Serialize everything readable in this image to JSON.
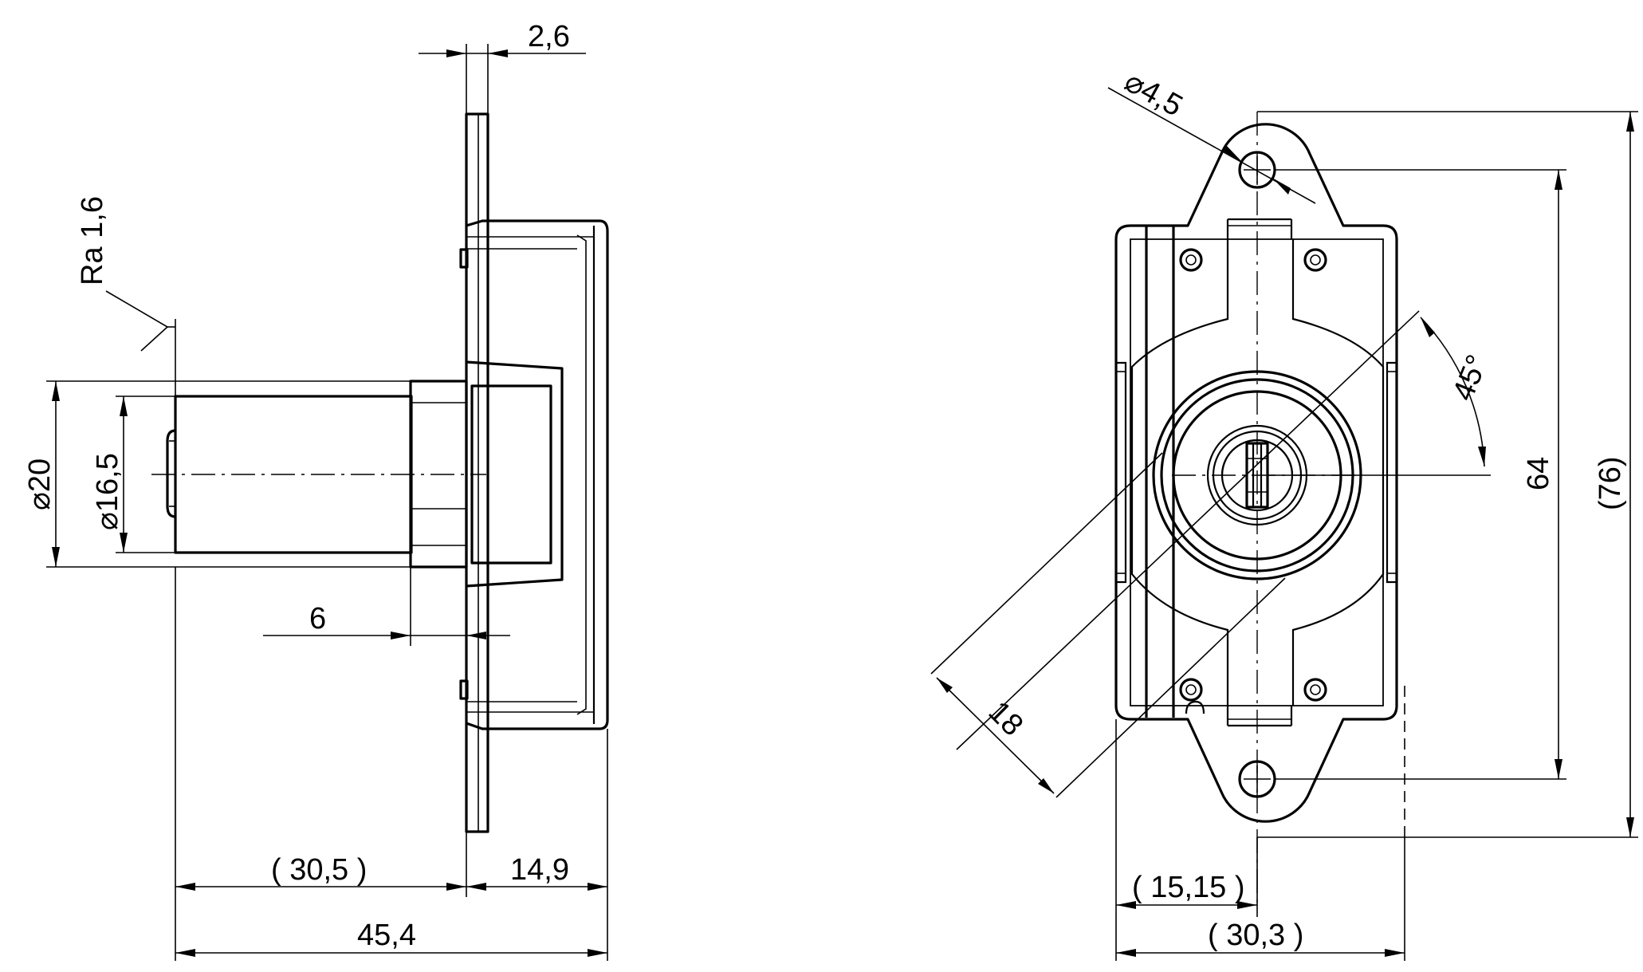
{
  "side_view": {
    "dim_top_flange": "2,6",
    "roughness": "Ra 1,6",
    "dia_outer": "⌀20",
    "dia_inner": "⌀16,5",
    "dim_shoulder": "6",
    "dim_cylinder_length": "( 30,5 )",
    "dim_housing_depth": "14,9",
    "dim_total_length": "45,4"
  },
  "front_view": {
    "dia_holes": "⌀4,5",
    "angle": "45°",
    "dim_hole_spacing": "64",
    "dim_total_height": "(76)",
    "dim_diagonal": "18",
    "dim_half_width": "( 15,15 )",
    "dim_total_width": "( 30,3 )"
  }
}
